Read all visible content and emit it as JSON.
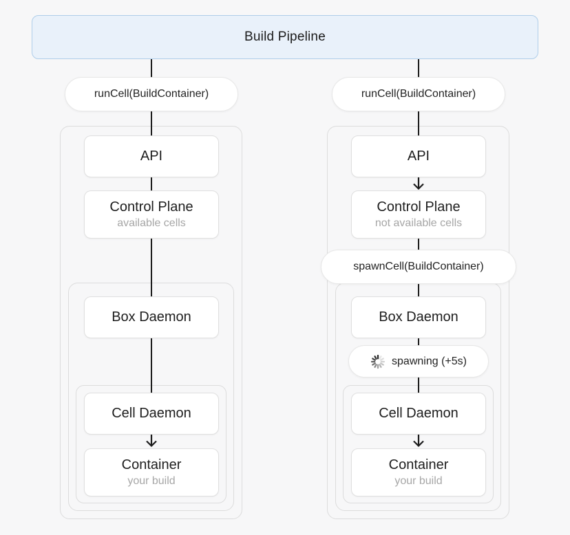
{
  "header": {
    "title": "Build Pipeline"
  },
  "colors": {
    "page_bg": "#f7f7f8",
    "header_bg": "#e9f1fa",
    "header_border": "#aecde9",
    "node_bg": "#ffffff",
    "node_border": "#dfdfdf",
    "group_border": "#dcdcdc",
    "line": "#1b1b1b",
    "title_text": "#1d1d1d",
    "subtitle_text": "#a6a6a6"
  },
  "columns": [
    {
      "call_pill": "runCell(BuildContainer)",
      "api": "API",
      "control_plane": {
        "title": "Control Plane",
        "subtitle": "available cells"
      },
      "box_daemon": "Box Daemon",
      "cell_daemon": "Cell Daemon",
      "container": {
        "title": "Container",
        "subtitle": "your build"
      }
    },
    {
      "call_pill": "runCell(BuildContainer)",
      "api": "API",
      "control_plane": {
        "title": "Control Plane",
        "subtitle": "not available cells"
      },
      "spawn_pill": "spawnCell(BuildContainer)",
      "box_daemon": "Box Daemon",
      "spawning_status": "spawning (+5s)",
      "spinner_icon": "loading-spinner",
      "cell_daemon": "Cell Daemon",
      "container": {
        "title": "Container",
        "subtitle": "your build"
      }
    }
  ]
}
